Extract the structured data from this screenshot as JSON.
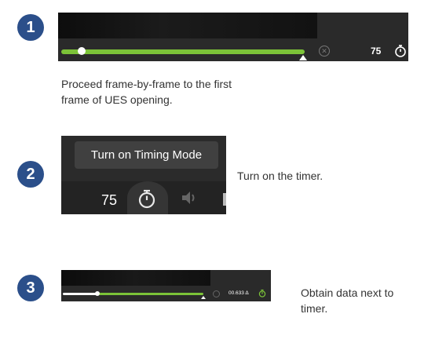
{
  "steps": [
    {
      "number": "1",
      "caption_line1": "Proceed frame-by-frame to the first",
      "caption_line2": "frame of UES opening."
    },
    {
      "number": "2",
      "caption": "Turn on the timer."
    },
    {
      "number": "3",
      "caption_line1": "Obtain data next to",
      "caption_line2": "timer."
    }
  ],
  "player1": {
    "frame_value": "75",
    "progress": 0.98
  },
  "player2": {
    "tooltip": "Turn on Timing Mode",
    "frame_value": "75"
  },
  "player3": {
    "timer_value": "00.633 Δ",
    "progress": 0.98
  },
  "colors": {
    "badge": "#2b4f8a",
    "accent_green": "#7cc338",
    "player_bg": "#2a2a2a"
  },
  "icons": [
    "stopwatch-icon",
    "close-circle-icon",
    "speaker-icon"
  ]
}
